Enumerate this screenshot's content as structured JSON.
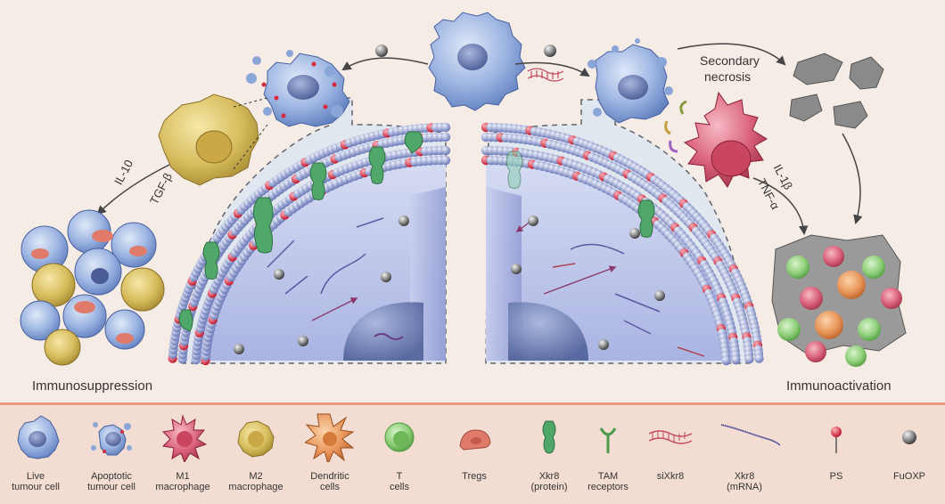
{
  "labels": {
    "immunosuppression": "Immunosuppression",
    "immunoactivation": "Immunoactivation",
    "secondary_necrosis_1": "Secondary",
    "secondary_necrosis_2": "necrosis",
    "il10": "IL-10",
    "tgfb": "TGF-β",
    "il1b": "IL-1β",
    "tnfa": "TNF-α"
  },
  "legend": [
    {
      "line1": "Live",
      "line2": "tumour cell",
      "icon": "live-tumour-cell-icon"
    },
    {
      "line1": "Apoptotic",
      "line2": "tumour cell",
      "icon": "apoptotic-tumour-cell-icon"
    },
    {
      "line1": "M1",
      "line2": "macrophage",
      "icon": "m1-macrophage-icon"
    },
    {
      "line1": "M2",
      "line2": "macrophage",
      "icon": "m2-macrophage-icon"
    },
    {
      "line1": "Dendritic",
      "line2": "cells",
      "icon": "dendritic-cell-icon"
    },
    {
      "line1": "T",
      "line2": "cells",
      "icon": "t-cell-icon"
    },
    {
      "line1": "Tregs",
      "line2": "",
      "icon": "treg-icon"
    },
    {
      "line1": "Xkr8",
      "line2": "(protein)",
      "icon": "xkr8-protein-icon"
    },
    {
      "line1": "TAM",
      "line2": "receptors",
      "icon": "tam-receptor-icon"
    },
    {
      "line1": "siXkr8",
      "line2": "",
      "icon": "sixkr8-icon"
    },
    {
      "line1": "Xkr8",
      "line2": "(mRNA)",
      "icon": "xkr8-mrna-icon"
    },
    {
      "line1": "PS",
      "line2": "",
      "icon": "ps-icon"
    },
    {
      "line1": "FuOXP",
      "line2": "",
      "icon": "fuoxp-icon"
    }
  ],
  "colors": {
    "background": "#f6ece6",
    "legend_bg": "#f3ddd2",
    "legend_border": "#e89a7c",
    "tumour_blue": "#8aa6d8",
    "m1_pink": "#d9607a",
    "m2_gold": "#d8bd5e",
    "dendritic_orange": "#e8955a",
    "tcell_green": "#8fcf7a",
    "treg_salmon": "#e07a6a",
    "xkr8_green": "#4fa86a",
    "ps_red": "#d8283c",
    "fuoxp_grey": "#6e6e6e"
  }
}
